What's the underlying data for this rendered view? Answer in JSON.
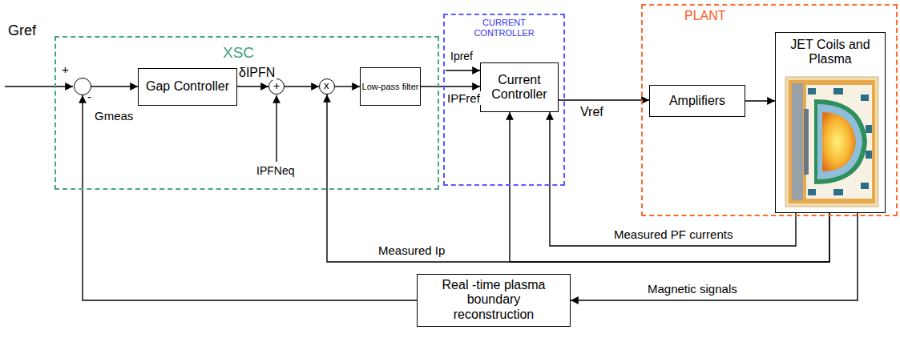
{
  "diagram": {
    "nodes": [
      {
        "text": [
          "XSC"
        ]
      },
      {
        "text": [
          "CURRENT CONTROLLER"
        ]
      },
      {
        "text": [
          "PLANT"
        ]
      },
      {
        "text": [
          "+",
          "-"
        ],
        "in": 0
      },
      {
        "text": [
          "Gap Controller"
        ],
        "in": 0
      },
      {
        "text": [
          "+"
        ],
        "in": 0
      },
      {
        "text": [
          "x"
        ],
        "in": 0
      },
      {
        "text": [
          "Low-pass filter"
        ],
        "in": 0
      },
      {
        "text": [
          "Current Controller"
        ],
        "in": 1
      },
      {
        "text": [
          "Amplifiers"
        ],
        "in": 2
      },
      {
        "text": [
          "JET Coils and Plasma"
        ],
        "in": 2
      },
      {
        "text": [
          "Real -time plasma boundary reconstruction"
        ]
      }
    ],
    "edges": [
      {
        "from": 3,
        "to": 4,
        "arrow": "to"
      },
      {
        "from": 4,
        "to": 5,
        "arrow": "to",
        "label": "δIPFN"
      },
      {
        "from": 5,
        "to": 6,
        "arrow": "to"
      },
      {
        "from": 6,
        "to": 7,
        "arrow": "to"
      },
      {
        "from": 7,
        "to": 8,
        "arrow": "to",
        "label": "IPFref"
      },
      {
        "from": 8,
        "to": 9,
        "arrow": "to",
        "label": "Vref"
      },
      {
        "from": 9,
        "to": 10,
        "arrow": "to"
      },
      {
        "from": 10,
        "to": 8,
        "arrow": "to",
        "label": "Measured PF currents"
      },
      {
        "from": 10,
        "to": 6,
        "arrow": "to",
        "label": "Measured Ip"
      },
      {
        "from": 10,
        "to": 8,
        "arrow": "to"
      },
      {
        "from": 10,
        "to": 11,
        "arrow": "to",
        "label": "Magnetic signals"
      },
      {
        "from": 11,
        "to": 3,
        "arrow": "to"
      }
    ],
    "labels": [
      "Gref",
      "Gmeas",
      "IPFNeq",
      "Ipref"
    ]
  }
}
